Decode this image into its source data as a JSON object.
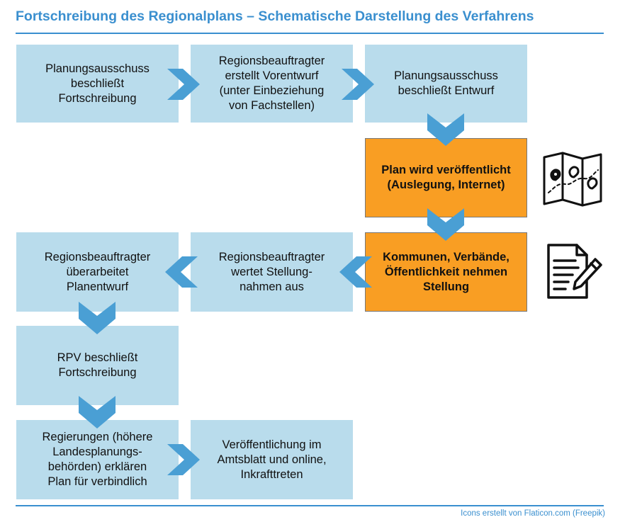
{
  "title": "Fortschreibung des Regionalplans – Schematische Darstellung des Verfahrens",
  "steps": {
    "s1": "Planungsausschuss\nbeschließt\nFortschreibung",
    "s2": "Regionsbeauftragter\nerstellt Vorentwurf\n(unter Einbeziehung\nvon Fachstellen)",
    "s3": "Planungsausschuss\nbeschließt Entwurf",
    "s4": "Plan wird veröffentlicht\n(Auslegung, Internet)",
    "s5": "Kommunen, Verbände,\nÖffentlichkeit nehmen\nStellung",
    "s6": "Regionsbeauftragter\nwertet Stellung-\nnahmen aus",
    "s7": "Regionsbeauftragter\nüberarbeitet\nPlanentwurf",
    "s8": "RPV beschließt\nFortschreibung",
    "s9": "Regierungen (höhere\nLandesplanungs-\nbehörden) erklären\nPlan für verbindlich",
    "s10": "Veröffentlichung im\nAmtsblatt und online,\nInkrafttreten"
  },
  "icons": [
    "map-icon",
    "document-pen-icon"
  ],
  "footer": "Icons erstellt von Flaticon.com (Freepik)",
  "colors": {
    "accent": "#3a8fcf",
    "step_fill": "#b9dcec",
    "highlight_fill": "#f99e23",
    "arrow": "#4a9fd4"
  }
}
